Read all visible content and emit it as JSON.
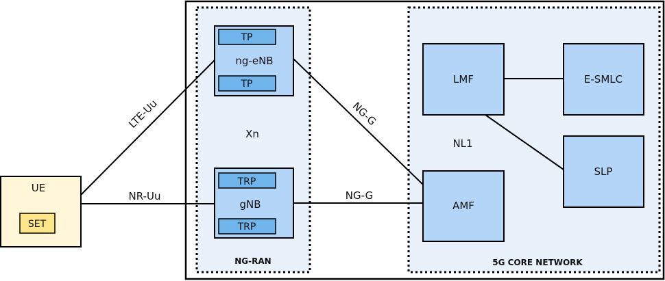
{
  "ue": {
    "label": "UE",
    "set_label": "SET"
  },
  "ran": {
    "label": "NG-RAN",
    "xn_label": "Xn",
    "ng_enb": {
      "label": "ng-eNB",
      "tp_top": "TP",
      "tp_bottom": "TP"
    },
    "gnb": {
      "label": "gNB",
      "trp_top": "TRP",
      "trp_bottom": "TRP"
    }
  },
  "core": {
    "label": "5G CORE NETWORK",
    "lmf": "LMF",
    "esmlc": "E-SMLC",
    "slp": "SLP",
    "amf": "AMF",
    "nl1_label": "NL1"
  },
  "links": {
    "lte_uu": "LTE-Uu",
    "nr_uu": "NR-Uu",
    "ng_g_upper": "NG-G",
    "ng_g_lower": "NG-G"
  },
  "colors": {
    "ue_fill": "#fff7d8",
    "set_fill": "#fde58a",
    "region_fill": "#e9f1fb",
    "box_fill": "#b3d5f7",
    "inner_fill": "#6fb4ea",
    "line": "#000000"
  }
}
